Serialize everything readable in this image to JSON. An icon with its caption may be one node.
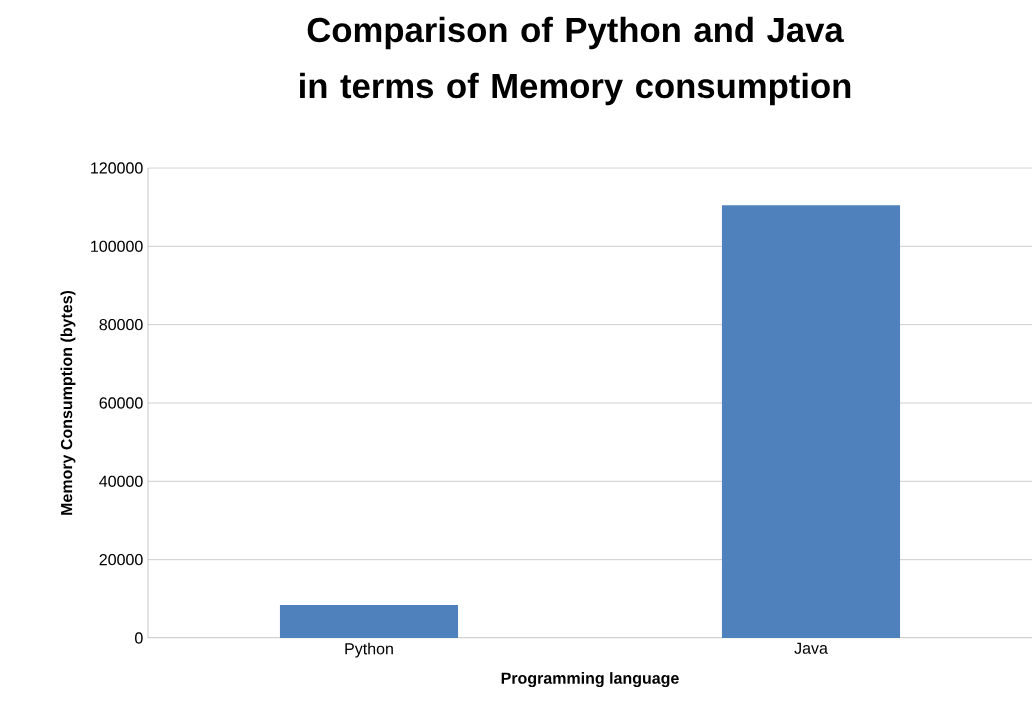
{
  "diagram": {
    "chart_data": {
      "type": "bar",
      "title": "Comparison of Python and Java in terms of Memory consumption",
      "xlabel": "Programming language",
      "ylabel": "Memory Consumption (bytes)",
      "categories": [
        "Python",
        "Java"
      ],
      "series": [
        {
          "color": "#4f81bd",
          "values": [
            8400,
            110500
          ]
        }
      ],
      "ylim": [
        0,
        120000
      ],
      "grid": true,
      "yticks": [
        0,
        20000,
        40000,
        60000,
        80000,
        100000,
        120000
      ]
    }
  }
}
